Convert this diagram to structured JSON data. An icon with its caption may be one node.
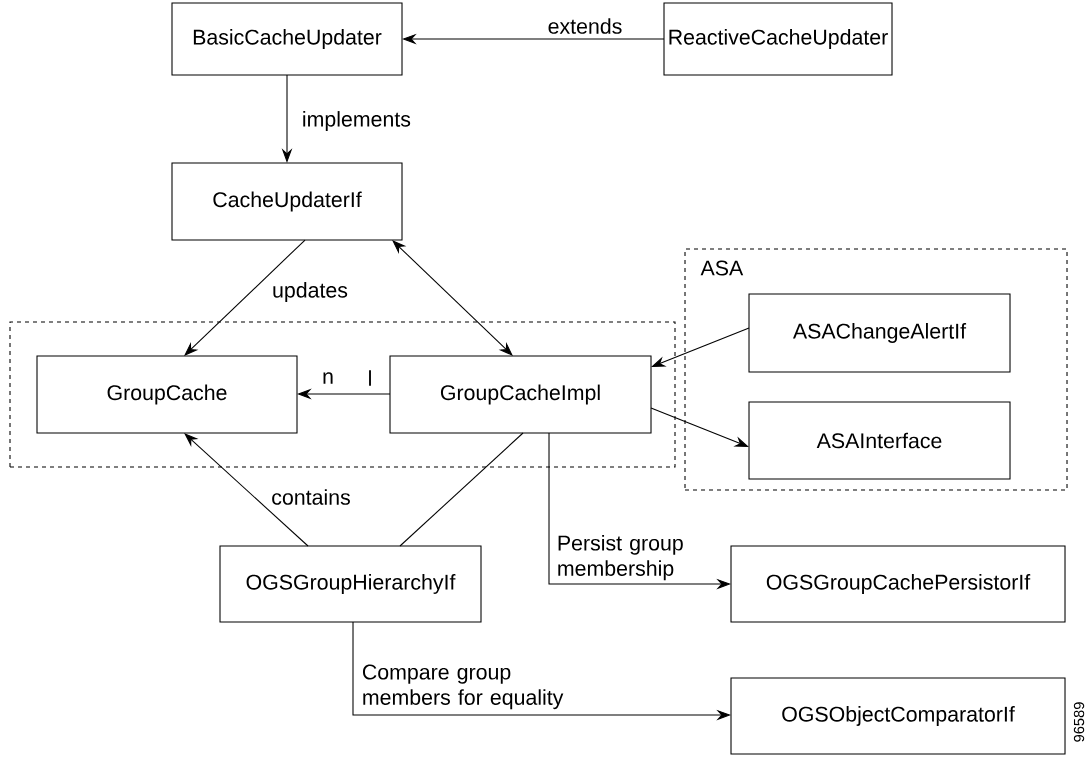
{
  "diagram": {
    "nodes": [
      {
        "text": [
          "BasicCacheUpdater"
        ]
      },
      {
        "text": [
          "ReactiveCacheUpdater"
        ]
      },
      {
        "text": [
          "CacheUpdaterIf"
        ]
      },
      {
        "text": [
          "ASA"
        ]
      },
      {
        "text": [],
        "shape": "box"
      },
      {
        "text": [
          "GroupCache"
        ],
        "in": 4
      },
      {
        "text": [
          "GroupCacheImpl"
        ],
        "in": 4
      },
      {
        "text": [
          "ASAChangeAlertIf"
        ],
        "in": 3
      },
      {
        "text": [
          "ASAInterface"
        ],
        "in": 3
      },
      {
        "text": [
          "OGSGroupHierarchyIf"
        ]
      },
      {
        "text": [
          "OGSGroupCachePersistorIf"
        ]
      },
      {
        "text": [
          "OGSObjectComparatorIf"
        ]
      }
    ],
    "edges": [
      {
        "from": 1,
        "to": 0,
        "arrow": "to",
        "label": "extends"
      },
      {
        "from": 0,
        "to": 2,
        "arrow": "to",
        "label": "implements"
      },
      {
        "from": 2,
        "to": 5,
        "arrow": "to",
        "label": "updates"
      },
      {
        "from": 2,
        "to": 6,
        "arrow": "both"
      },
      {
        "from": 6,
        "to": 5,
        "arrow": "to"
      },
      {
        "from": 7,
        "to": 6,
        "arrow": "to"
      },
      {
        "from": 6,
        "to": 8,
        "arrow": "to"
      },
      {
        "from": 9,
        "to": 5,
        "arrow": "to",
        "label": "contains"
      },
      {
        "from": 9,
        "to": 6,
        "arrow": "none"
      },
      {
        "from": 6,
        "to": 10,
        "arrow": "to",
        "label": "Persist group membership"
      },
      {
        "from": 9,
        "to": 11,
        "arrow": "to",
        "label": "Compare group members for equality"
      }
    ],
    "labels": [
      "n",
      "l",
      "96589"
    ]
  }
}
